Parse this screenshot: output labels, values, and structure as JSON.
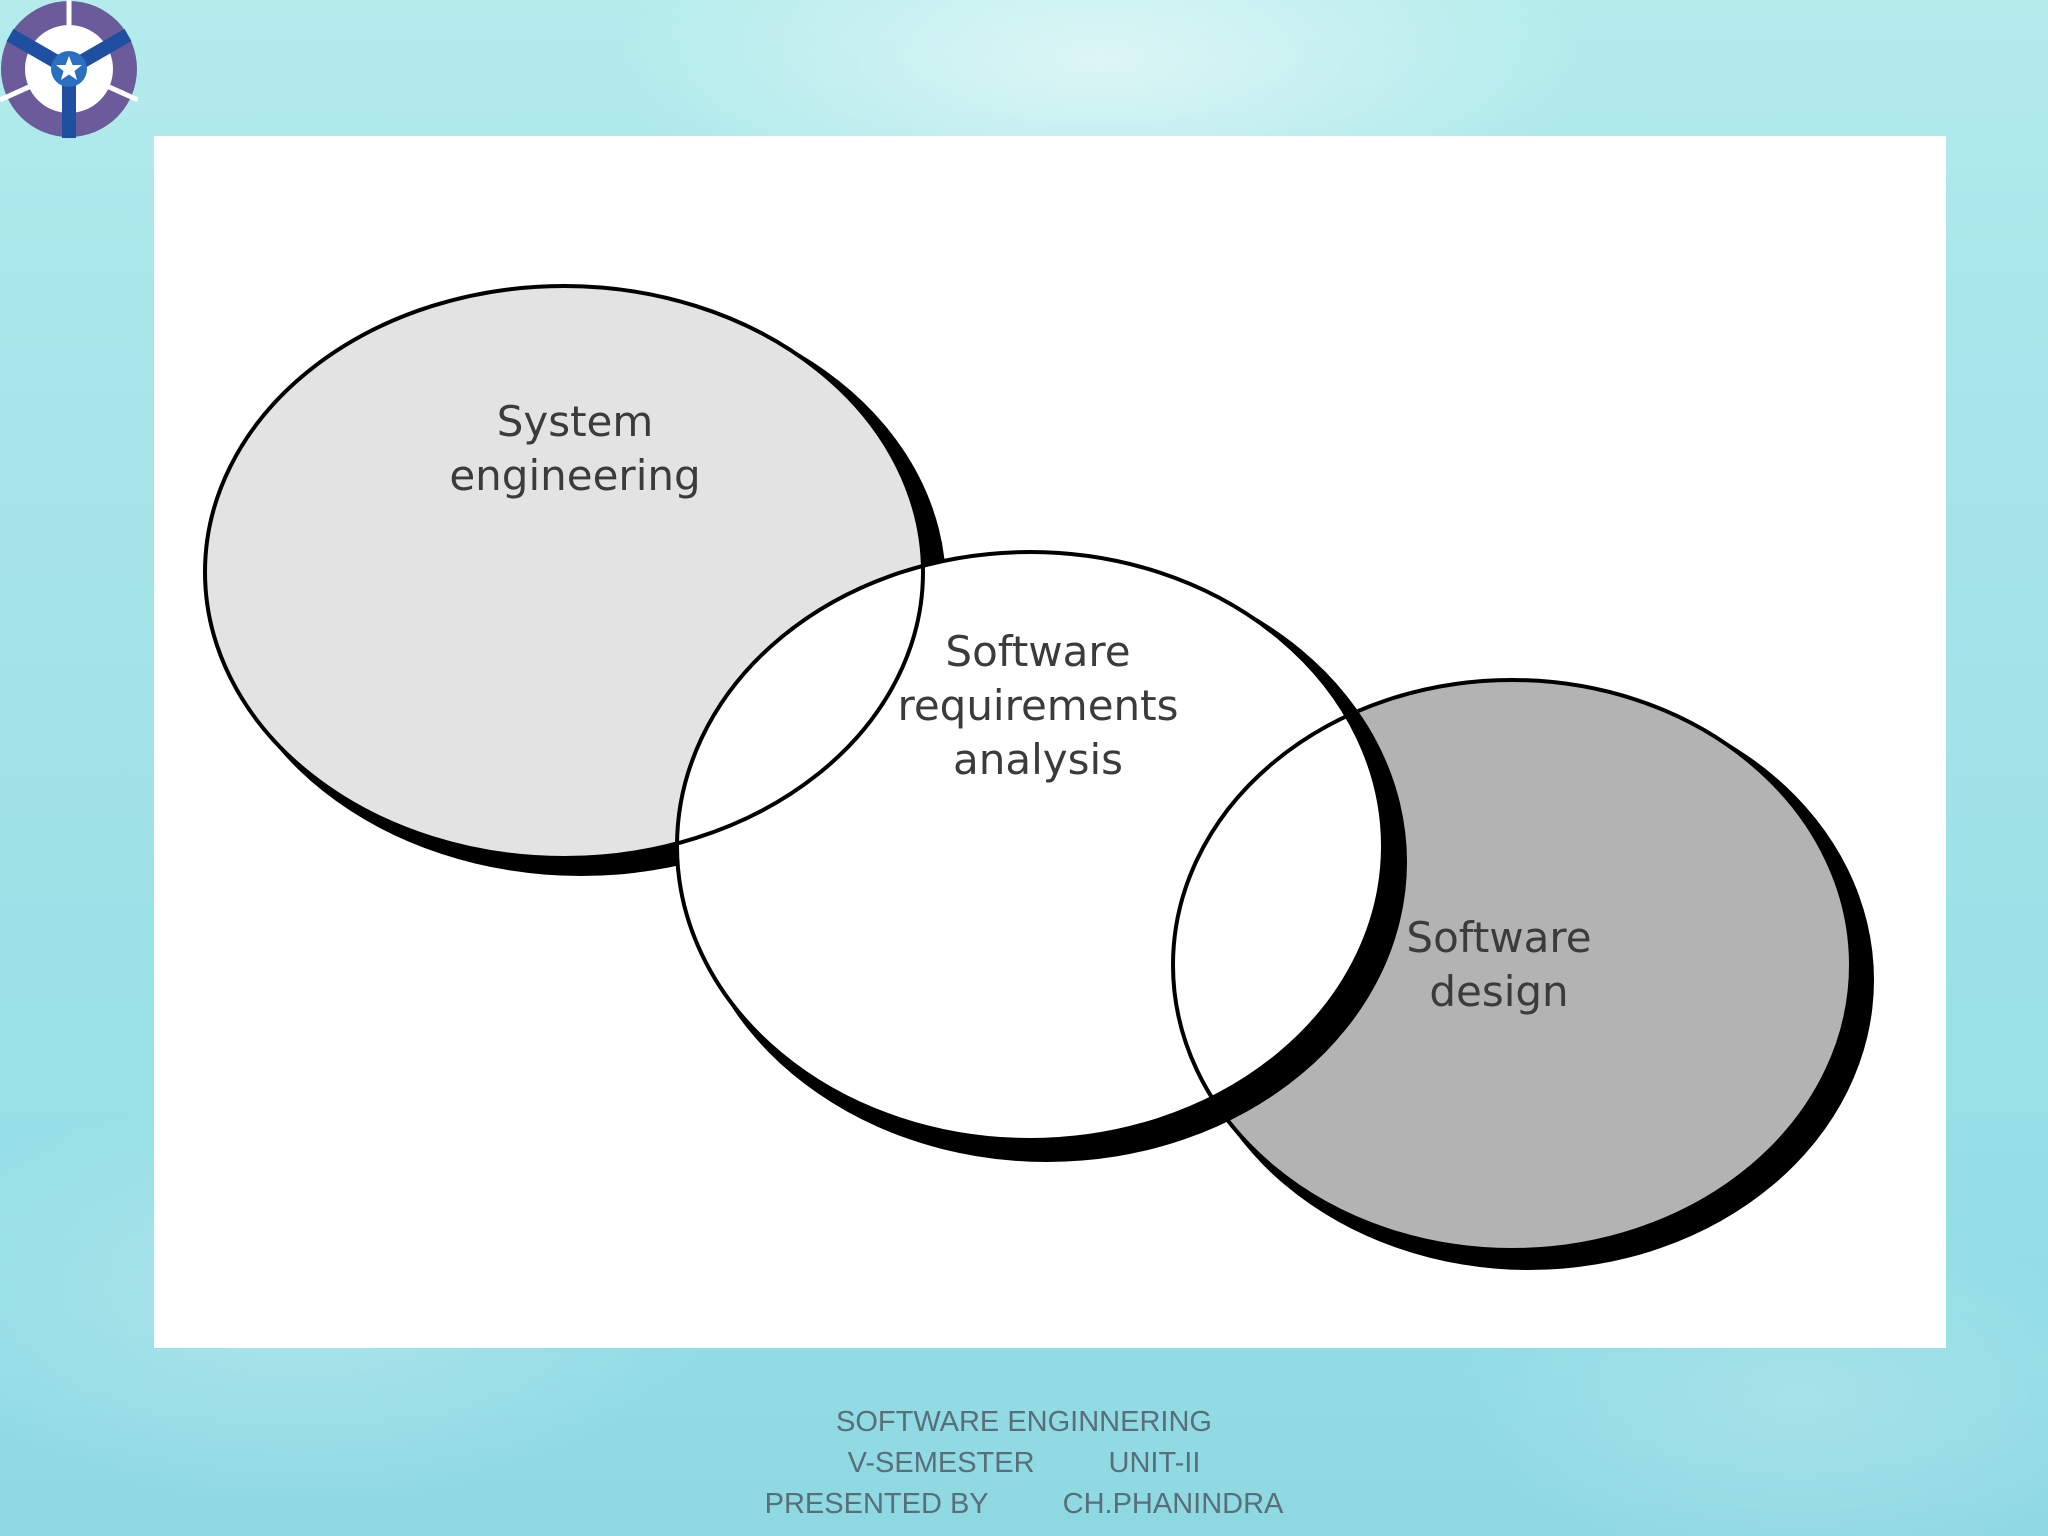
{
  "logo": {
    "icon": "institution-logo-icon",
    "colors": {
      "ring": "#6b5b9a",
      "spokes": "#1f4fa0",
      "center": "#2a6fc0"
    }
  },
  "diagram": {
    "nodes": [
      {
        "id": "system-engineering",
        "line1": "System",
        "line2": "engineering",
        "fill": "#e3e3e3"
      },
      {
        "id": "software-requirements-analysis",
        "line1": "Software",
        "line2": "requirements",
        "line3": "analysis",
        "fill": "#ffffff"
      },
      {
        "id": "software-design",
        "line1": "Software",
        "line2": "design",
        "fill": "#b3b3b3"
      }
    ]
  },
  "footer": {
    "course": "SOFTWARE ENGINNERING",
    "semester": "V-SEMESTER",
    "unit": "UNIT-II",
    "presented_by": "PRESENTED BY",
    "presenter": "CH.PHANINDRA"
  }
}
